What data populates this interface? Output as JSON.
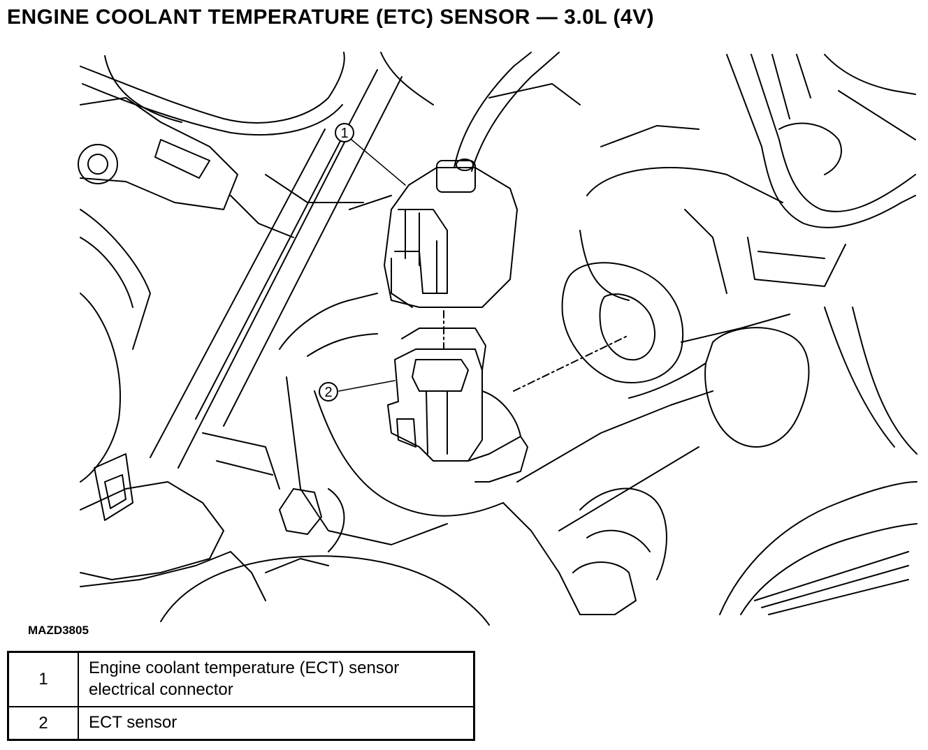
{
  "title": "ENGINE COOLANT TEMPERATURE (ETC) SENSOR — 3.0L (4V)",
  "figure_id": "MAZD3805",
  "callouts": [
    {
      "id": "1"
    },
    {
      "id": "2"
    }
  ],
  "legend": [
    {
      "number": "1",
      "description": "Engine coolant temperature (ECT) sensor electrical connector"
    },
    {
      "number": "2",
      "description": "ECT sensor"
    }
  ]
}
